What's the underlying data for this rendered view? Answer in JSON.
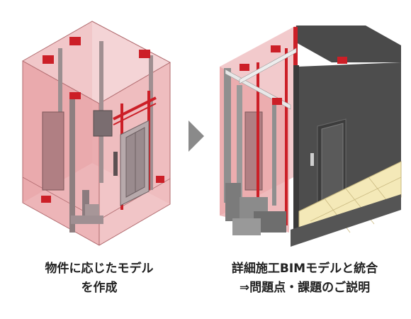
{
  "left_caption": {
    "line1": "物件に応じたモデル",
    "line2": "を作成"
  },
  "right_caption": {
    "line1": "詳細施工BIMモデルと統合",
    "line2": "⇒問題点・課題のご説明"
  },
  "icons": {
    "arrow": "chevron-right-icon"
  },
  "colors": {
    "shaft_fill": "#e9a3a6",
    "shaft_edge": "#b06a6e",
    "bracket_red": "#cc1f27",
    "rail_gray": "#8f8f8f",
    "wall_dark": "#4a4a4a",
    "floor_tile": "#f4e9b8",
    "arrow_gray": "#8a8a8a"
  }
}
